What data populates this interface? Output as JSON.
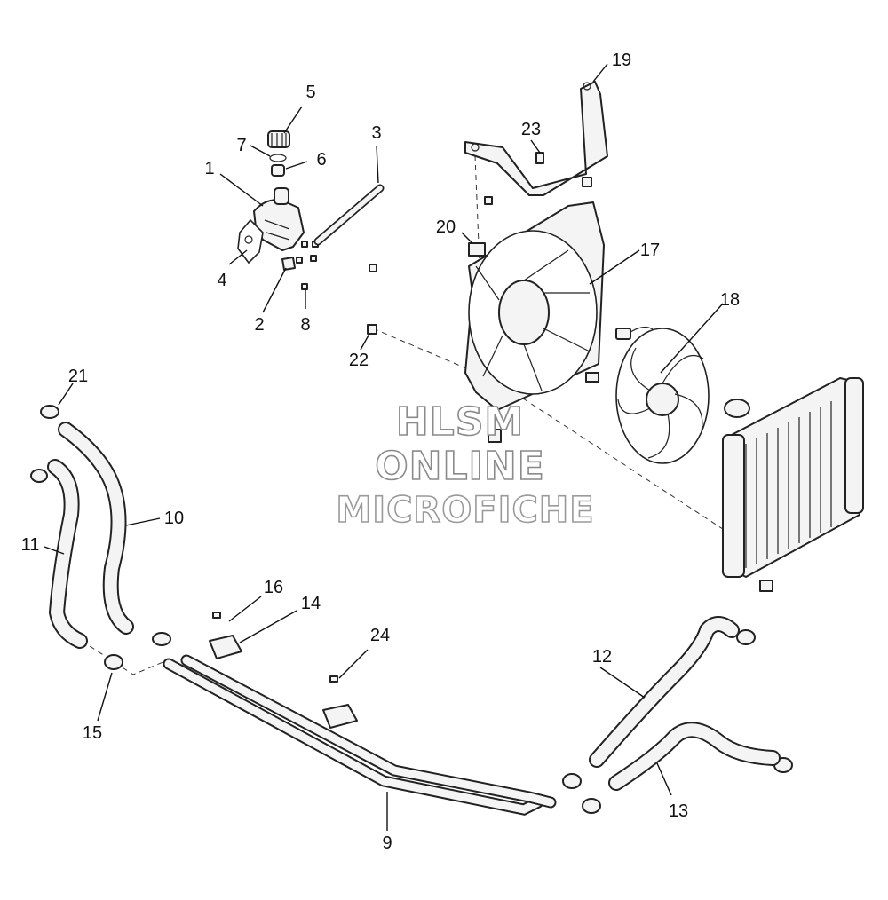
{
  "diagram": {
    "callouts": [
      "1",
      "2",
      "3",
      "4",
      "5",
      "6",
      "7",
      "8",
      "9",
      "10",
      "11",
      "12",
      "13",
      "14",
      "15",
      "16",
      "17",
      "18",
      "19",
      "20",
      "21",
      "22",
      "23",
      "24"
    ],
    "watermark": {
      "line1": "HLSM",
      "line2": "ONLINE",
      "line3": "MICROFICHE"
    },
    "colors": {
      "line": "#222222",
      "fill": "#f4f4f4",
      "watermark_stroke": "#8a8a8a"
    },
    "parts": {
      "1": "reservoir-tank-icon",
      "2": "fitting-icon",
      "3": "overflow-hose-icon",
      "4": "mounting-gasket-icon",
      "5": "reservoir-cap-icon",
      "6": "cap-seal-icon",
      "7": "o-ring-icon",
      "8": "screw-icon",
      "9": "coolant-pipes-icon",
      "10": "hose-icon",
      "11": "hose-icon",
      "12": "hose-icon",
      "13": "hose-icon",
      "14": "pipe-clamp-icon",
      "15": "hose-clamp-icon",
      "16": "bolt-icon",
      "17": "fan-shroud-icon",
      "18": "cooling-fan-icon",
      "19": "bracket-icon",
      "20": "grommet-icon",
      "21": "hose-clamp-icon",
      "22": "bolt-icon",
      "23": "bolt-icon",
      "24": "bolt-icon"
    }
  }
}
